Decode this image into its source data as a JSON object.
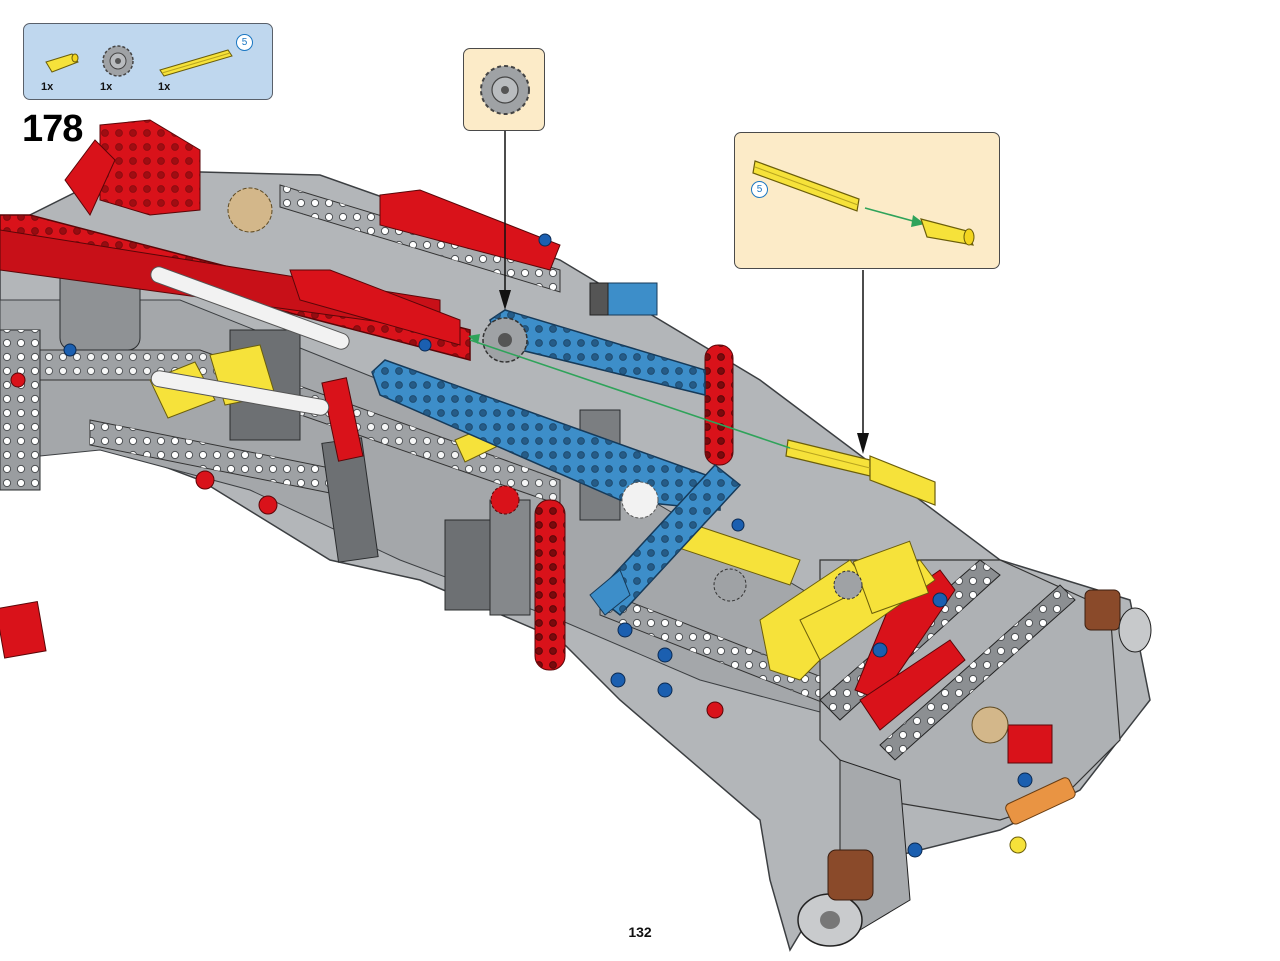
{
  "step": {
    "number": "178"
  },
  "parts_list": {
    "items": [
      {
        "icon": "yellow-axle-connector-icon",
        "qty": "1x"
      },
      {
        "icon": "grey-gear-icon",
        "qty": "1x"
      },
      {
        "icon": "yellow-axle-icon",
        "qty": "1x",
        "length": "5"
      }
    ]
  },
  "callouts": {
    "axle_assembly": {
      "length": "5"
    }
  },
  "footer": {
    "page_number": "132"
  },
  "colors": {
    "parts_bg": "#bfd7ee",
    "callout_bg": "#fcebc8",
    "red": "#d9121a",
    "blue": "#3d8ec9",
    "yellow": "#f6e23a",
    "grey": "#9da0a3",
    "dark_grey": "#5c5f62",
    "green_arrow": "#2fa35a"
  }
}
